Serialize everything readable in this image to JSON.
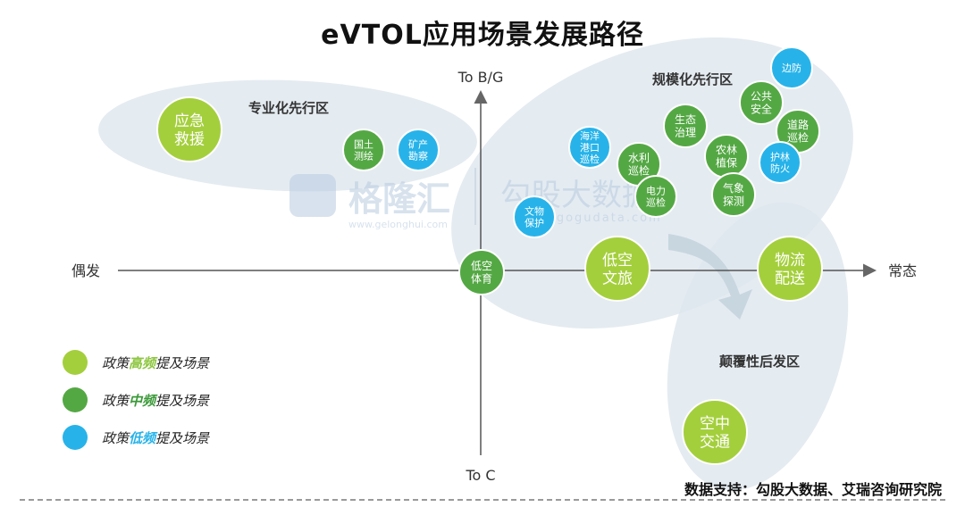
{
  "title": "eVTOL应用场景发展路径",
  "axes": {
    "top": "To B/G",
    "bottom": "To C",
    "left": "偶发",
    "right": "常态"
  },
  "regions": {
    "specialized": "专业化先行区",
    "scale": "规模化先行区",
    "disruptive": "颠覆性后发区"
  },
  "watermarks": {
    "gelonghui_name": "格隆汇",
    "gelonghui_url": "www.gelonghui.com",
    "gogu_name": "勾股大数据",
    "gogu_url": "www.gogudata.com"
  },
  "legend": [
    {
      "prefix": "政策",
      "highlight": "高频",
      "suffix": "提及场景",
      "color": "#a4cf3c",
      "highlight_color": "#8cc63f"
    },
    {
      "prefix": "政策",
      "highlight": "中频",
      "suffix": "提及场景",
      "color": "#54a844",
      "highlight_color": "#3c9a3a"
    },
    {
      "prefix": "政策",
      "highlight": "低频",
      "suffix": "提及场景",
      "color": "#27b3e9",
      "highlight_color": "#27b3e9"
    }
  ],
  "nodes": [
    {
      "id": "emergency",
      "lines": [
        "应急",
        "救援"
      ],
      "level": "high"
    },
    {
      "id": "land",
      "lines": [
        "国土",
        "测绘"
      ],
      "level": "mid"
    },
    {
      "id": "mining",
      "lines": [
        "矿产",
        "勘察"
      ],
      "level": "low"
    },
    {
      "id": "port",
      "lines": [
        "海洋",
        "港口",
        "巡检"
      ],
      "level": "low"
    },
    {
      "id": "water",
      "lines": [
        "水利",
        "巡检"
      ],
      "level": "mid"
    },
    {
      "id": "power",
      "lines": [
        "电力",
        "巡检"
      ],
      "level": "mid"
    },
    {
      "id": "relic",
      "lines": [
        "文物",
        "保护"
      ],
      "level": "low"
    },
    {
      "id": "eco",
      "lines": [
        "生态",
        "治理"
      ],
      "level": "mid"
    },
    {
      "id": "agri",
      "lines": [
        "农林",
        "植保"
      ],
      "level": "mid"
    },
    {
      "id": "weather",
      "lines": [
        "气象",
        "探测"
      ],
      "level": "mid"
    },
    {
      "id": "public",
      "lines": [
        "公共",
        "安全"
      ],
      "level": "mid"
    },
    {
      "id": "road",
      "lines": [
        "道路",
        "巡检"
      ],
      "level": "mid"
    },
    {
      "id": "forest",
      "lines": [
        "护林",
        "防火"
      ],
      "level": "low"
    },
    {
      "id": "border",
      "lines": [
        "边防"
      ],
      "level": "low"
    },
    {
      "id": "sports",
      "lines": [
        "低空",
        "体育"
      ],
      "level": "mid"
    },
    {
      "id": "tourism",
      "lines": [
        "低空",
        "文旅"
      ],
      "level": "high"
    },
    {
      "id": "logistics",
      "lines": [
        "物流",
        "配送"
      ],
      "level": "high"
    },
    {
      "id": "transport",
      "lines": [
        "空中",
        "交通"
      ],
      "level": "high"
    }
  ],
  "source": "数据支持：勾股大数据、艾瑞咨询研究院"
}
